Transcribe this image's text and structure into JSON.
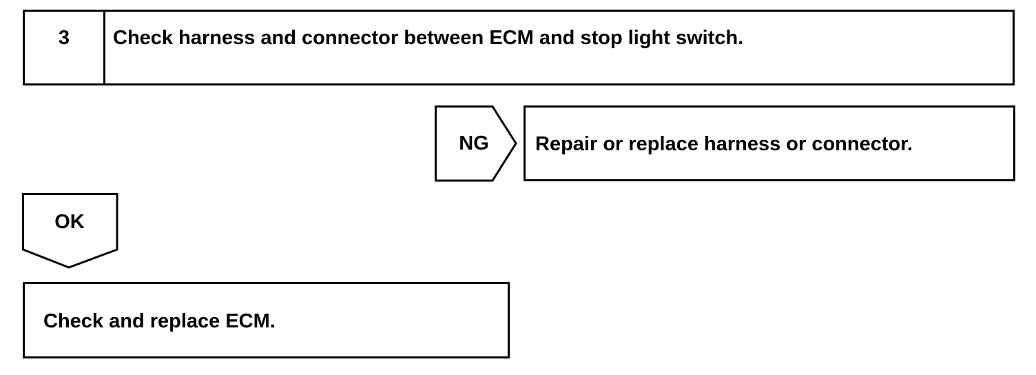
{
  "step": {
    "number": "3",
    "title": "Check harness and connector between ECM and stop light switch."
  },
  "ng_branch": {
    "label": "NG",
    "result": "Repair or replace harness or connector."
  },
  "ok_branch": {
    "label": "OK"
  },
  "final_step": {
    "text": "Check and replace ECM."
  }
}
